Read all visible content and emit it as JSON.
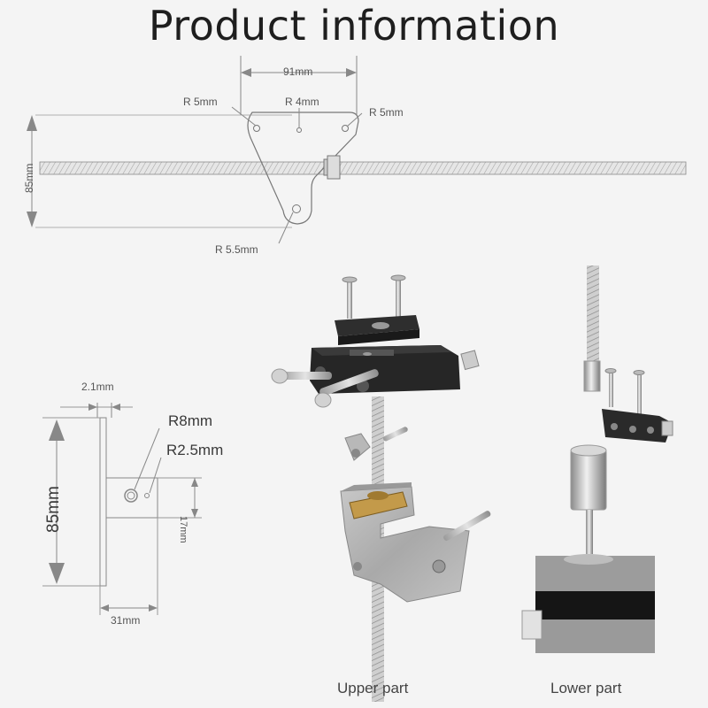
{
  "title": "Product information",
  "top_diagram": {
    "width_label": "91mm",
    "radius_left": "R 5mm",
    "radius_mid": "R 4mm",
    "radius_right": "R 5mm",
    "height_label": "85mm",
    "radius_bottom": "R 5.5mm"
  },
  "side_diagram": {
    "thickness_label": "2.1mm",
    "radius_large": "R8mm",
    "radius_small": "R2.5mm",
    "height_label": "85mm",
    "offset_label": "17mm",
    "width_label": "31mm"
  },
  "captions": {
    "upper": "Upper part",
    "lower": "Lower part"
  }
}
